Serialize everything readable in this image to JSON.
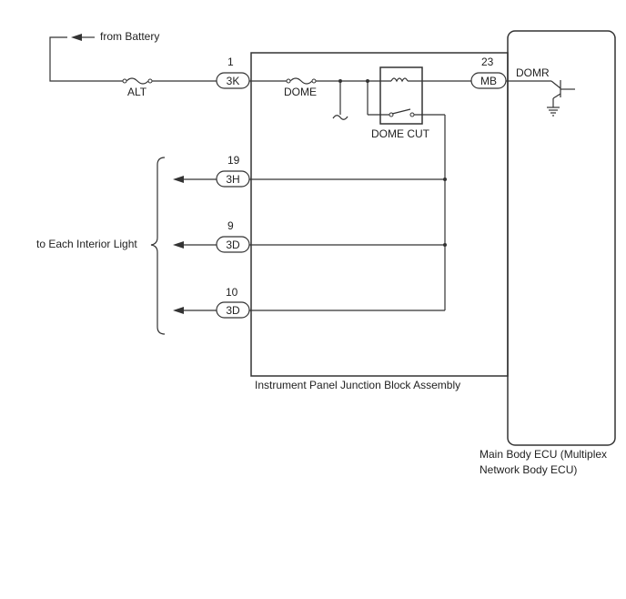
{
  "source_label": "from Battery",
  "fuses": {
    "alt": "ALT",
    "dome": "DOME"
  },
  "relay_label": "DOME CUT",
  "output_label": "to Each Interior Light",
  "ecu_signal": "DOMR",
  "connectors": [
    {
      "pin": "1",
      "code": "3K"
    },
    {
      "pin": "23",
      "code": "MB"
    },
    {
      "pin": "19",
      "code": "3H"
    },
    {
      "pin": "9",
      "code": "3D"
    },
    {
      "pin": "10",
      "code": "3D"
    }
  ],
  "junction_block_label": "Instrument Panel Junction Block Assembly",
  "ecu_label": [
    "Main Body ECU (Multiplex",
    "Network Body ECU)"
  ]
}
